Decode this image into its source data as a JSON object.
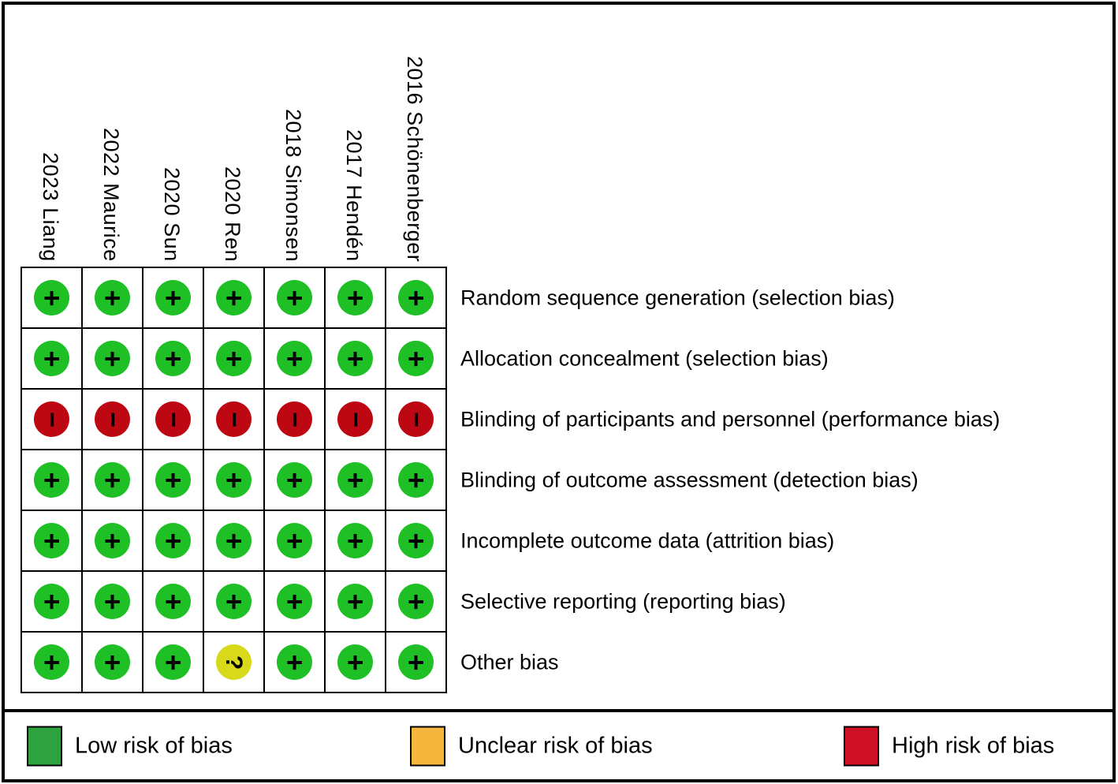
{
  "studies": [
    "2023 Liang",
    "2022 Maurice",
    "2020 Sun",
    "2020 Ren",
    "2018 Simonsen",
    "2017 Hendén",
    "2016 Schönenberger"
  ],
  "domains": [
    {
      "label": "Random sequence generation (selection bias)",
      "judgments": [
        "low",
        "low",
        "low",
        "low",
        "low",
        "low",
        "low"
      ]
    },
    {
      "label": "Allocation concealment (selection bias)",
      "judgments": [
        "low",
        "low",
        "low",
        "low",
        "low",
        "low",
        "low"
      ]
    },
    {
      "label": "Blinding of participants and personnel (performance bias)",
      "judgments": [
        "high",
        "high",
        "high",
        "high",
        "high",
        "high",
        "high"
      ]
    },
    {
      "label": "Blinding of outcome assessment (detection bias)",
      "judgments": [
        "low",
        "low",
        "low",
        "low",
        "low",
        "low",
        "low"
      ]
    },
    {
      "label": "Incomplete outcome data (attrition bias)",
      "judgments": [
        "low",
        "low",
        "low",
        "low",
        "low",
        "low",
        "low"
      ]
    },
    {
      "label": "Selective reporting (reporting bias)",
      "judgments": [
        "low",
        "low",
        "low",
        "low",
        "low",
        "low",
        "low"
      ]
    },
    {
      "label": "Other bias",
      "judgments": [
        "low",
        "low",
        "low",
        "unclear",
        "low",
        "low",
        "low"
      ]
    }
  ],
  "judgment_symbols": {
    "low": "+",
    "high": "−",
    "unclear": "?"
  },
  "judgment_colors": {
    "low": "#1FBF26",
    "high": "#BD0713",
    "unclear": "#D9D91C"
  },
  "legend": [
    {
      "key": "low",
      "label": "Low risk of bias",
      "color": "#2EA23E"
    },
    {
      "key": "unclear",
      "label": "Unclear risk of bias",
      "color": "#F4B63C"
    },
    {
      "key": "high",
      "label": "High risk of bias",
      "color": "#CE1126"
    }
  ],
  "chart_data": {
    "type": "heatmap",
    "title": "",
    "columns": [
      "2023 Liang",
      "2022 Maurice",
      "2020 Sun",
      "2020 Ren",
      "2018 Simonsen",
      "2017 Hendén",
      "2016 Schönenberger"
    ],
    "rows": [
      "Random sequence generation (selection bias)",
      "Allocation concealment (selection bias)",
      "Blinding of participants and personnel (performance bias)",
      "Blinding of outcome assessment (detection bias)",
      "Incomplete outcome data (attrition bias)",
      "Selective reporting (reporting bias)",
      "Other bias"
    ],
    "values": [
      [
        "low",
        "low",
        "low",
        "low",
        "low",
        "low",
        "low"
      ],
      [
        "low",
        "low",
        "low",
        "low",
        "low",
        "low",
        "low"
      ],
      [
        "high",
        "high",
        "high",
        "high",
        "high",
        "high",
        "high"
      ],
      [
        "low",
        "low",
        "low",
        "low",
        "low",
        "low",
        "low"
      ],
      [
        "low",
        "low",
        "low",
        "low",
        "low",
        "low",
        "low"
      ],
      [
        "low",
        "low",
        "low",
        "low",
        "low",
        "low",
        "low"
      ],
      [
        "low",
        "low",
        "low",
        "unclear",
        "low",
        "low",
        "low"
      ]
    ],
    "cell_symbols": {
      "low": "+",
      "high": "−",
      "unclear": "?"
    },
    "legend_entries": [
      "Low risk of bias",
      "Unclear risk of bias",
      "High risk of bias"
    ],
    "legend_position": "bottom",
    "grid": true
  }
}
